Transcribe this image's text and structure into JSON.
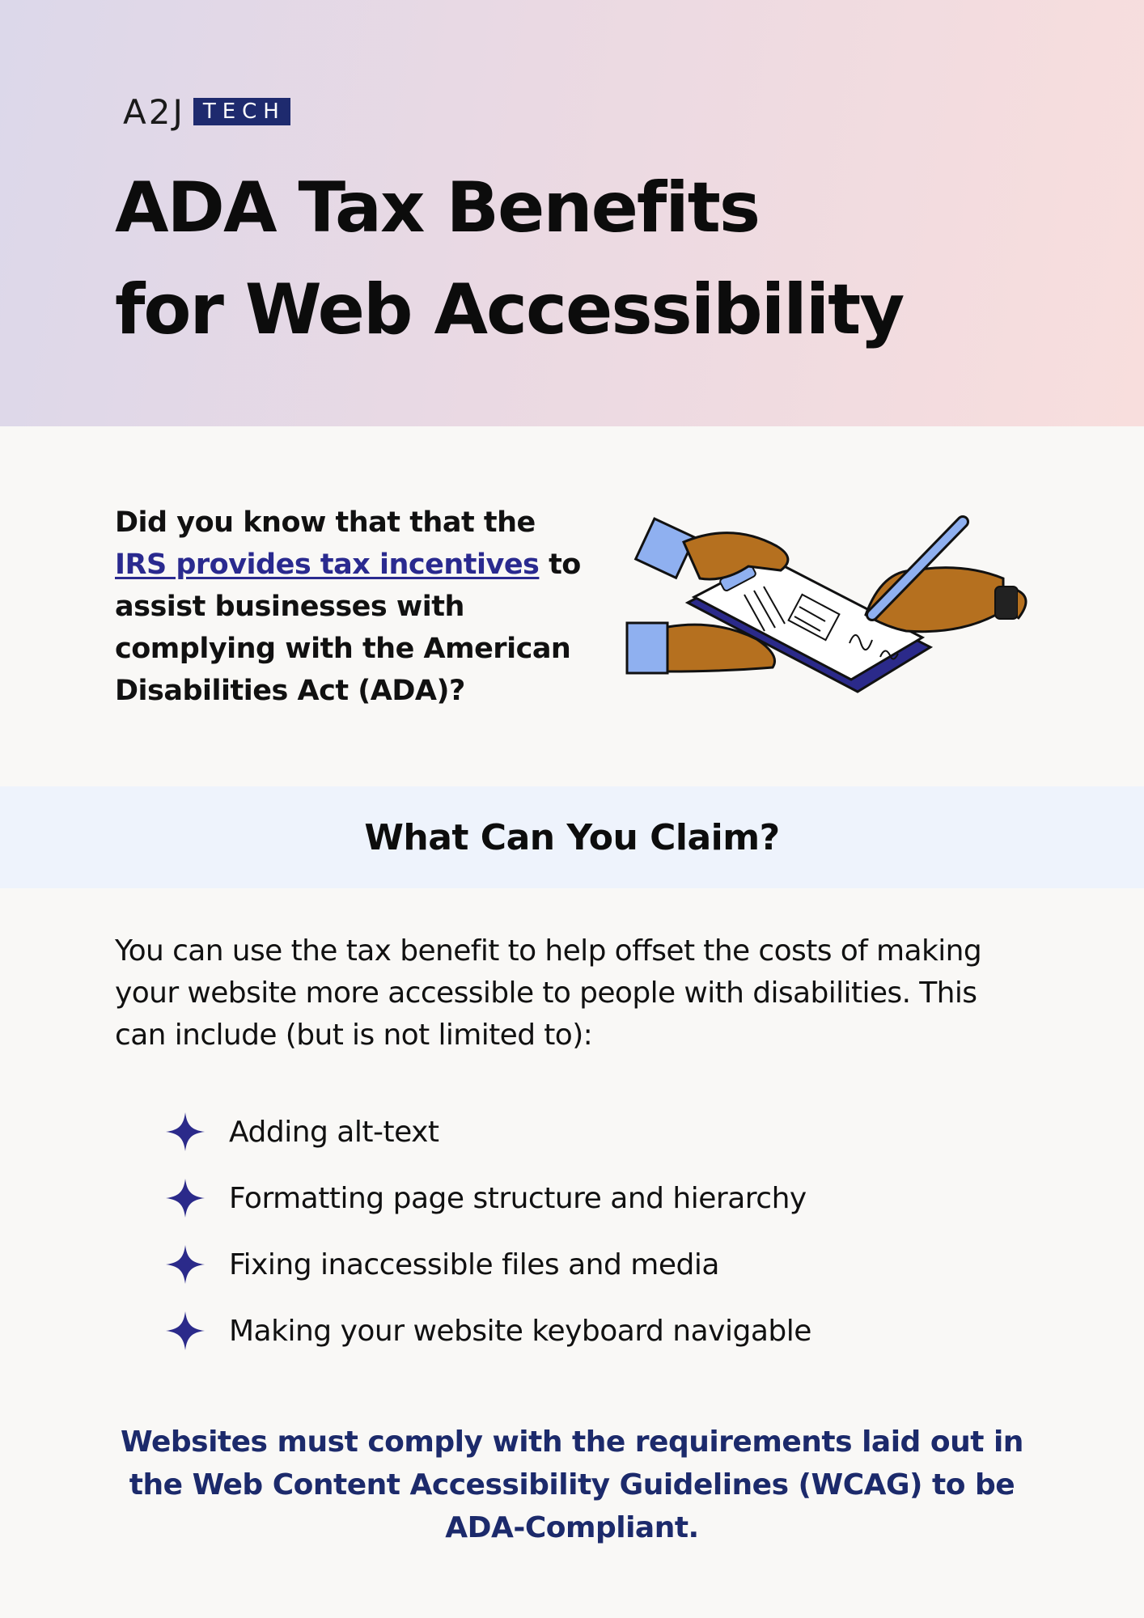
{
  "logo": {
    "mark": "A2J",
    "tag": "TECH"
  },
  "header": {
    "title_line1": "ADA Tax Benefits",
    "title_line2": "for Web Accessibility"
  },
  "intro": {
    "text_before_link": "Did you know that that the ",
    "link_text": "IRS provides tax incentives",
    "text_after_link": " to assist businesses with complying with the American Disabilities Act (ADA)?"
  },
  "claim": {
    "heading": "What Can You Claim?",
    "description": "You can use the tax benefit to help offset the costs of making your website more accessible to people with disabilities. This can include (but is not limited to):",
    "items": [
      {
        "label": "Adding alt-text",
        "icon": "sparkle-icon"
      },
      {
        "label": "Formatting page structure and hierarchy",
        "icon": "sparkle-icon"
      },
      {
        "label": "Fixing inaccessible files and media",
        "icon": "sparkle-icon"
      },
      {
        "label": "Making your website keyboard navigable",
        "icon": "sparkle-icon"
      }
    ]
  },
  "footer": {
    "note": "Websites must comply with the requirements laid out in the Web Content Accessibility Guidelines (WCAG) to be ADA-Compliant."
  },
  "colors": {
    "brand_navy": "#1e2a6e",
    "link": "#2a2a8f",
    "sparkle": "#2b2a8a",
    "band": "#eef3fc"
  }
}
